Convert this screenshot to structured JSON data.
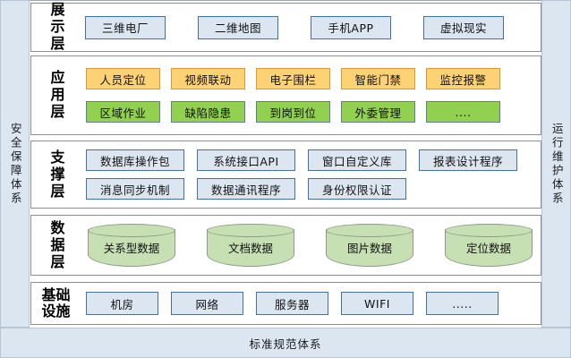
{
  "diagram": {
    "title_bottom": "标准规范体系",
    "side_left": "安全保障体系",
    "side_right": "运行维护体系",
    "layers": [
      {
        "id": "presentation",
        "title": "展示层",
        "rows": [
          {
            "style": "blue",
            "nodes": [
              "三维电厂",
              "二维地图",
              "手机APP",
              "虚拟现实"
            ]
          }
        ]
      },
      {
        "id": "application",
        "title": "应用层",
        "rows": [
          {
            "style": "orange",
            "nodes": [
              "人员定位",
              "视频联动",
              "电子围栏",
              "智能门禁",
              "监控报警"
            ]
          },
          {
            "style": "green",
            "nodes": [
              "区域作业",
              "缺陷隐患",
              "到岗到位",
              "外委管理",
              "...."
            ]
          }
        ]
      },
      {
        "id": "support",
        "title": "支撑层",
        "rows": [
          {
            "style": "blue",
            "nodes": [
              "数据库操作包",
              "系统接口API",
              "窗口自定义库",
              "报表设计程序"
            ]
          },
          {
            "style": "blue",
            "nodes": [
              "消息同步机制",
              "数据通讯程序",
              "身份权限认证"
            ]
          }
        ]
      },
      {
        "id": "data",
        "title": "数据层",
        "rows": [
          {
            "style": "cylinder",
            "nodes": [
              "关系型数据",
              "文档数据",
              "图片数据",
              "定位数据"
            ]
          }
        ]
      },
      {
        "id": "infra",
        "title": "基础设施",
        "title_lines": [
          "基础",
          "设施"
        ],
        "rows": [
          {
            "style": "blue",
            "nodes": [
              "机房",
              "网络",
              "服务器",
              "WIFI",
              "....."
            ]
          }
        ]
      }
    ]
  },
  "colors": {
    "panel_border": "#8e8e8e",
    "blue_fill": "#dce6f1",
    "blue_border": "#44719e",
    "orange_fill": "#fcd275",
    "orange_border": "#d79b30",
    "green_fill": "#92d050",
    "green_border": "#5d7e9e",
    "cylinder_fill": "#c6e0b4",
    "cylinder_border": "#8f9a8a",
    "sidebar_fill": "#dce6f1"
  }
}
